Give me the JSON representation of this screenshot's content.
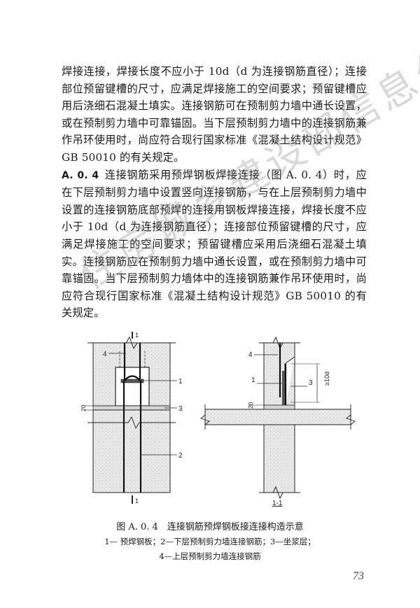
{
  "body": {
    "para1": "焊接连接，焊接长度不应小于 10d（d 为连接钢筋直径）；连接部位预留键槽的尺寸，应满足焊接施工的空间要求；预留键槽应用后浇细石混凝土填实。连接钢筋可在预制剪力墙中通长设置，或在预制剪力墙中可靠锚固。当下层预制剪力墙中的连接钢筋兼作吊环使用时，尚应符合现行国家标准《混凝土结构设计规范》GB 50010 的有关规定。",
    "clause_no": "A. 0. 4",
    "para2": "连接钢筋采用预焊钢板焊接连接（图 A. 0. 4）时，应在下层预制剪力墙中设置竖向连接钢筋，与在上层预制剪力墙中设置的连接钢筋底部预焊的连接用钢板焊接连接，焊接长度不应小于 10d（d 为连接钢筋直径）；连接部位预留键槽的尺寸，应满足焊接施工的空间要求；预留键槽应采用后浇细石混凝土填实。连接钢筋应在预制剪力墙中通长设置，或在预制剪力墙中可靠锚固。当下层预制剪力墙体中的连接钢筋兼作吊环使用时，尚应符合现行国家标准《混凝土结构设计规范》GB 50010 的有关规定。"
  },
  "figure": {
    "left": {
      "label_1": "1",
      "label_2": "2",
      "label_3": "3",
      "label_4": "4",
      "dim_20": "20",
      "section_mark": "1",
      "section_mark_bottom": "1"
    },
    "right": {
      "label_1": "1",
      "label_3": "3",
      "label_4": "4",
      "dim_20": "20",
      "dim_10d": "≥10d",
      "section_title": "1-1"
    }
  },
  "caption": {
    "title": "图 A. 0. 4　连接钢筋预焊钢板接连接构造示意",
    "note1": "1— 预焊钢板；2—下层预制剪力墙连接钢筋；3—坐浆层；",
    "note2": "4—上层预制剪力墙连接钢筋"
  },
  "page_number": "73",
  "watermark": "住房城乡建设部信息公开浏览专用"
}
